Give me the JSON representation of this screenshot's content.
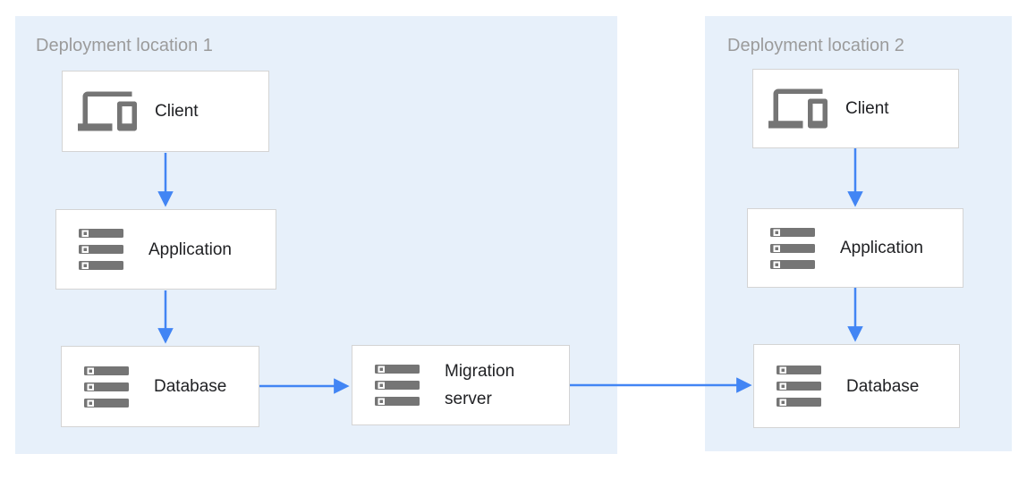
{
  "diagram": {
    "panels": [
      {
        "title": "Deployment location 1",
        "nodes": [
          {
            "id": "client-1",
            "label": "Client",
            "icon": "devices-icon"
          },
          {
            "id": "application-1",
            "label": "Application",
            "icon": "server-stack-icon"
          },
          {
            "id": "database-1",
            "label": "Database",
            "icon": "server-stack-icon"
          }
        ]
      },
      {
        "title": "Deployment location 2",
        "nodes": [
          {
            "id": "client-2",
            "label": "Client",
            "icon": "devices-icon"
          },
          {
            "id": "application-2",
            "label": "Application",
            "icon": "server-stack-icon"
          },
          {
            "id": "database-2",
            "label": "Database",
            "icon": "server-stack-icon"
          }
        ]
      }
    ],
    "standalone_nodes": [
      {
        "id": "migration-server",
        "label": "Migration server",
        "icon": "server-stack-icon"
      }
    ],
    "edges": [
      {
        "from": "client-1",
        "to": "application-1"
      },
      {
        "from": "application-1",
        "to": "database-1"
      },
      {
        "from": "database-1",
        "to": "migration-server"
      },
      {
        "from": "migration-server",
        "to": "database-2"
      },
      {
        "from": "client-2",
        "to": "application-2"
      },
      {
        "from": "application-2",
        "to": "database-2"
      }
    ],
    "colors": {
      "canvas_background": "#ffffff",
      "panel_background": "#e7f0fa",
      "panel_title_text": "#9b9b9b",
      "node_background": "#ffffff",
      "node_border": "#d4d4d4",
      "node_label_text": "#202124",
      "icon_gray": "#757575",
      "arrow": "#4285f4"
    }
  }
}
